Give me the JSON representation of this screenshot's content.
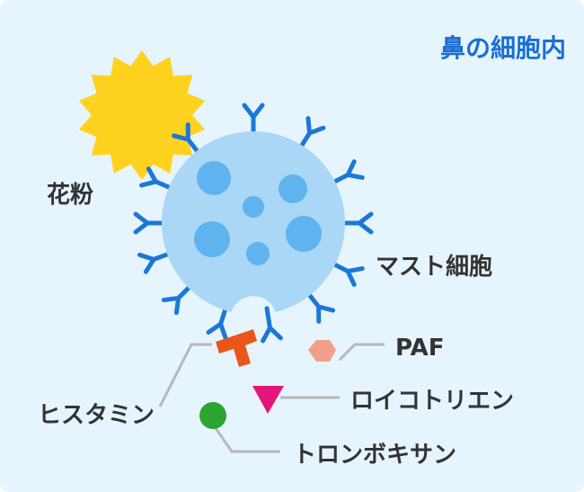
{
  "title": "鼻の細胞内",
  "labels": {
    "pollen": "花粉",
    "mast_cell": "マスト細胞",
    "paf": "PAF",
    "histamine": "ヒスタミン",
    "leukotriene": "ロイコトリエン",
    "thromboxane": "トロンボキサン"
  },
  "colors": {
    "background": "#e6f4fd",
    "title": "#1a6fd6",
    "pollen": "#ffd21f",
    "cell_body": "#a9d7f5",
    "cell_spot": "#5fb3ef",
    "receptor": "#1c78d6",
    "histamine": "#e8561a",
    "paf": "#f0a08a",
    "leukotriene": "#e3177b",
    "thromboxane": "#2aa52f",
    "leader": "#b8b8b8"
  },
  "icons": {
    "pollen": "pollen-starburst-icon",
    "receptor": "y-receptor-icon",
    "histamine": "t-shape-icon",
    "paf": "hexagon-icon",
    "leukotriene": "triangle-icon",
    "thromboxane": "circle-icon"
  }
}
